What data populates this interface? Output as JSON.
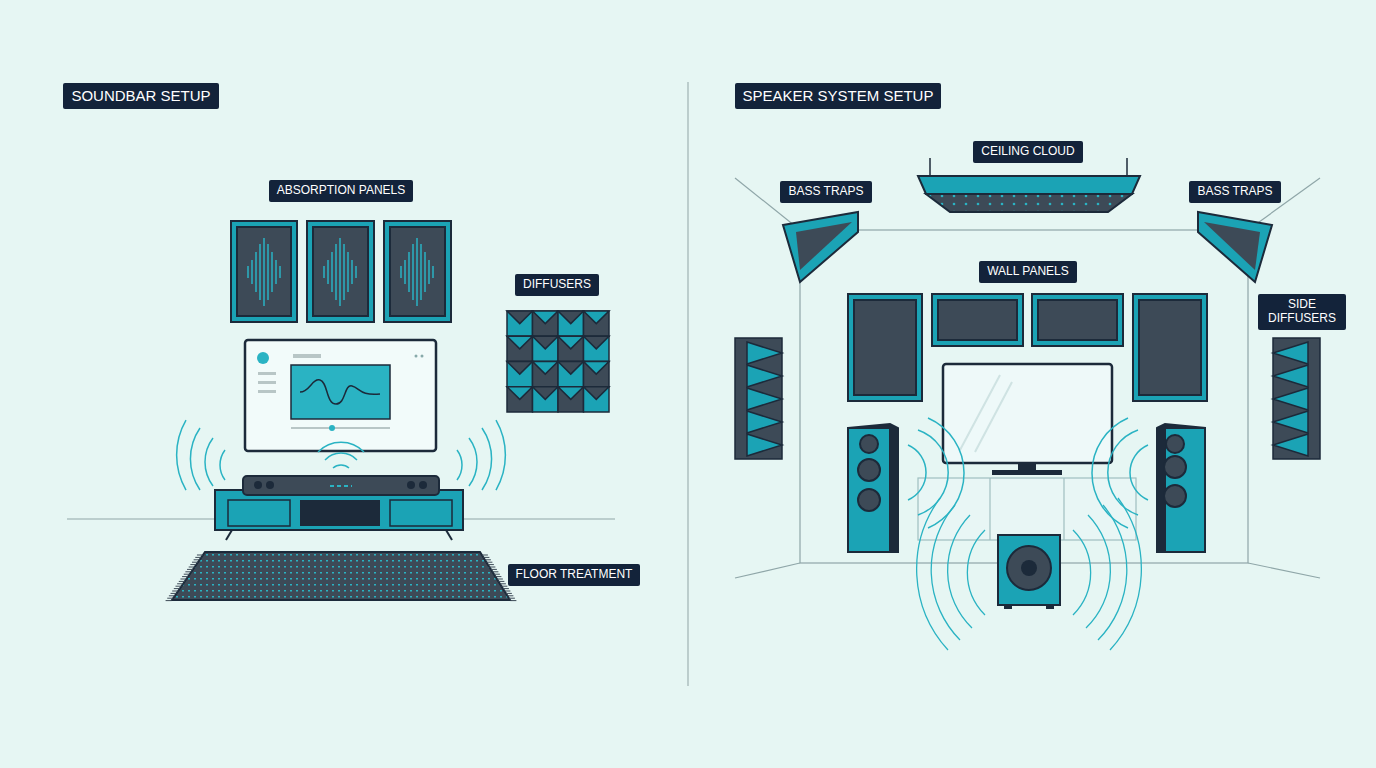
{
  "diagram": {
    "nodes": [
      {
        "text": [
          "SOUNDBAR SETUP"
        ]
      },
      {
        "text": [
          "ABSORPTION PANELS"
        ]
      },
      {
        "text": [
          "DIFFUSERS"
        ]
      },
      {
        "text": [
          "FLOOR TREATMENT"
        ]
      },
      {
        "text": [
          "SPEAKER SYSTEM SETUP"
        ]
      },
      {
        "text": [
          "CEILING CLOUD"
        ]
      },
      {
        "text": [
          "BASS TRAPS"
        ]
      },
      {
        "text": [
          "BASS TRAPS"
        ]
      },
      {
        "text": [
          "WALL PANELS"
        ]
      },
      {
        "text": [
          "SIDE DIFFUSERS"
        ]
      }
    ]
  }
}
